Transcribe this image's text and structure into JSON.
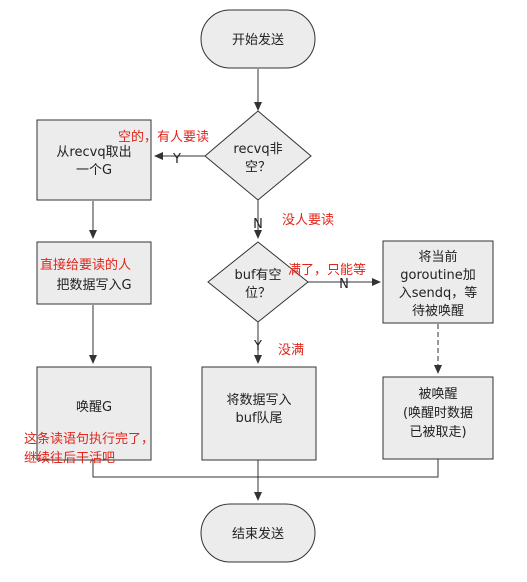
{
  "nodes": {
    "start": "开始发送",
    "end": "结束发送",
    "recvq_decision": [
      "recvq非",
      "空？"
    ],
    "take_g": [
      "从recvq取出",
      "一个G"
    ],
    "write_g": "把数据写入G",
    "wake_g": "唤醒G",
    "buf_decision": [
      "buf有空",
      "位？"
    ],
    "write_buf": [
      "将数据写入",
      "buf队尾"
    ],
    "enqueue_sendq": [
      "将当前",
      "goroutine加",
      "入sendq，等",
      "待被唤醒"
    ],
    "woken": [
      "被唤醒",
      "(唤醒时数据",
      "已被取走)"
    ]
  },
  "edge_labels": {
    "recvq_yes": "Y",
    "recvq_no": "N",
    "buf_yes": "Y",
    "buf_no": "N"
  },
  "annotations": {
    "someone_reading": "空的，有人要读",
    "no_one_reading": "没人要读",
    "direct_give": "直接给要读的人",
    "buf_full": "满了，只能等",
    "not_full": "没满",
    "continue_note": [
      "这条读语句执行完了，",
      "继续往后干活吧"
    ]
  },
  "colors": {
    "node_fill": "#ececec",
    "node_stroke": "#333333",
    "annotation": "#e0251b"
  }
}
